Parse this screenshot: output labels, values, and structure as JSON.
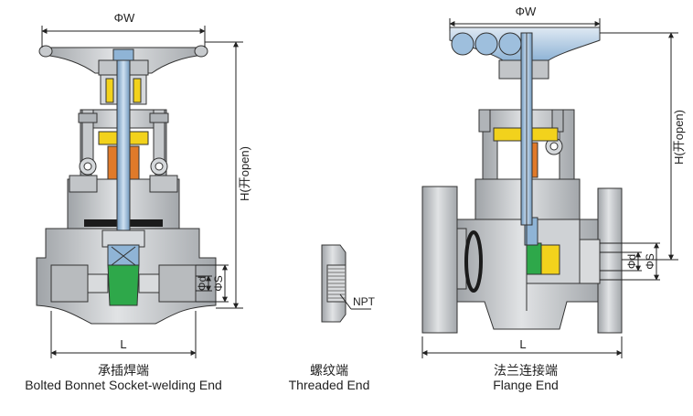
{
  "left_figure": {
    "dim_width": "ΦW",
    "dim_height": "H(开open)",
    "dim_length": "L",
    "dim_bore": "Φd",
    "dim_socket": "ΦS",
    "caption_cn": "承插焊端",
    "caption_en": "Bolted Bonnet Socket-welding End"
  },
  "middle_figure": {
    "dim_thread": "NPT",
    "caption_cn": "螺纹端",
    "caption_en": "Threaded End"
  },
  "right_figure": {
    "dim_width": "ΦW",
    "dim_height": "H(开open)",
    "dim_length": "L",
    "dim_bore": "Φd",
    "dim_socket": "ΦS",
    "caption_cn": "法兰连接端",
    "caption_en": "Flange End"
  },
  "colors": {
    "body_gray": "#b9bcbf",
    "stem_blue": "#8fb4d6",
    "packing_orange": "#e07a2a",
    "seat_green": "#2ea84a",
    "gland_yellow": "#f2d21c",
    "seal_black": "#1b1b1b"
  }
}
